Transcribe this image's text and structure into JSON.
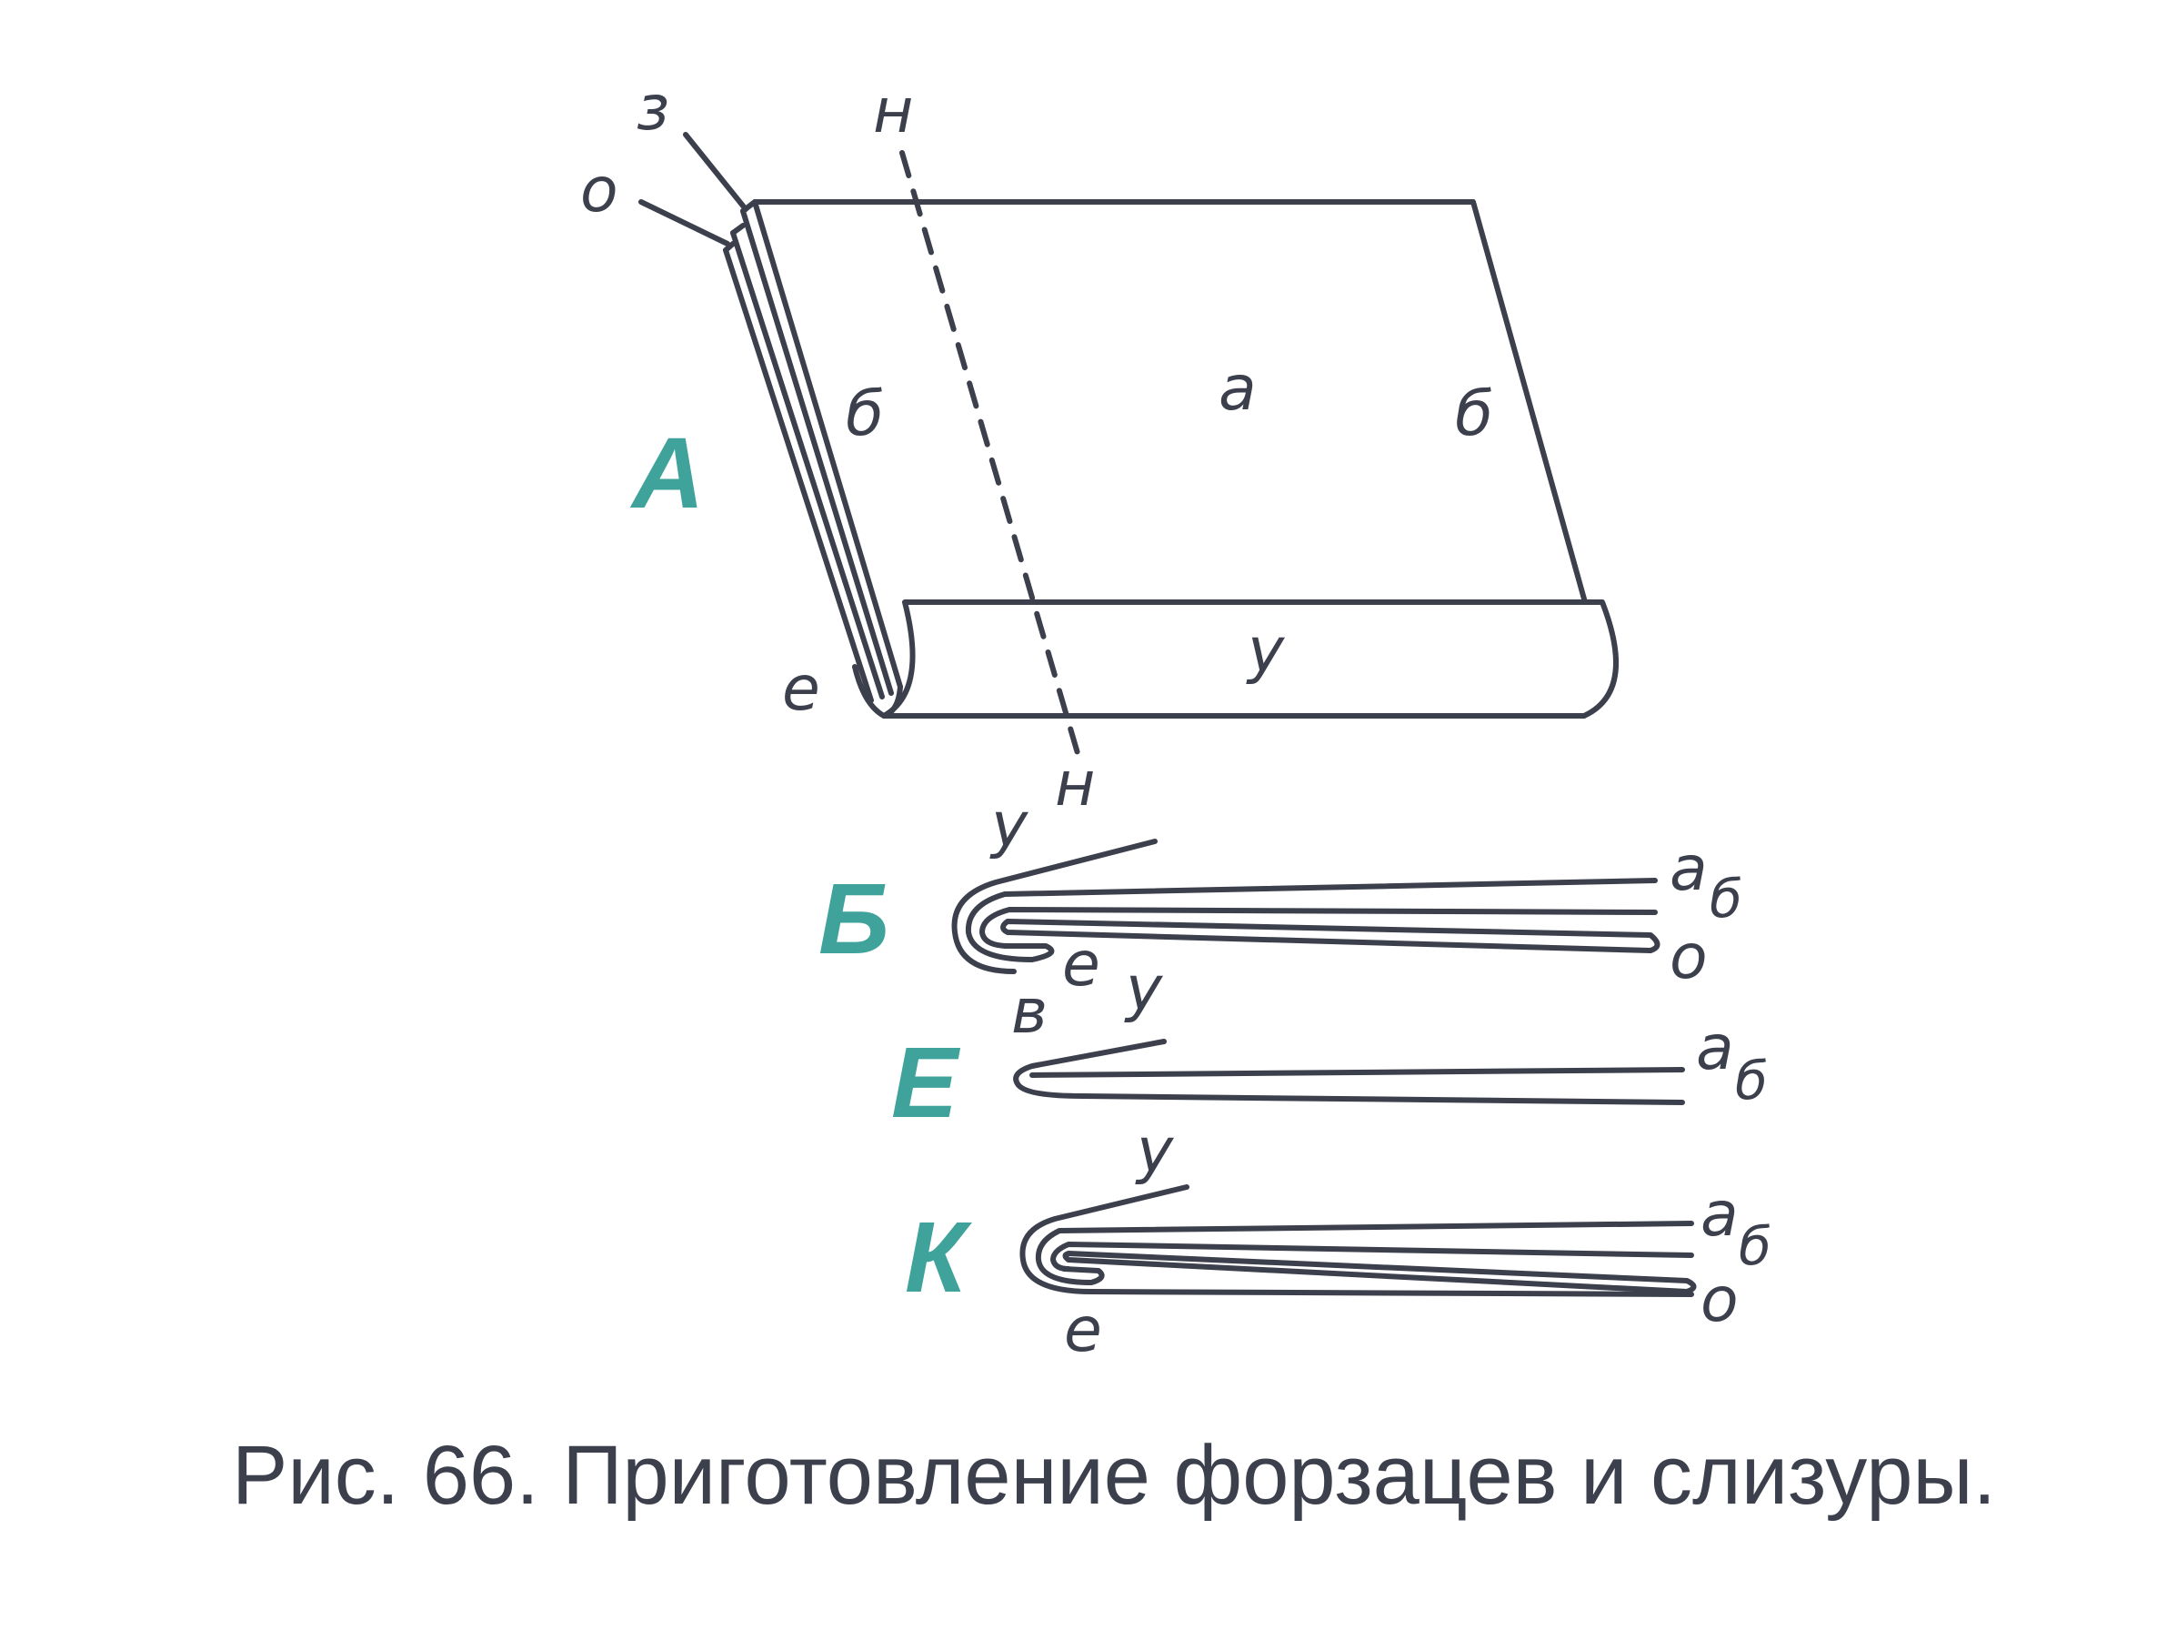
{
  "accent_color": "#3fa39b",
  "line_color": "#3c3f4c",
  "panel_a": {
    "id": "А",
    "labels": {
      "z": "з",
      "o": "о",
      "n_top": "н",
      "b_left": "б",
      "a": "а",
      "b_right": "б",
      "u": "у",
      "e": "е",
      "n_bottom": "н"
    }
  },
  "panel_b": {
    "id": "Б",
    "labels": {
      "u": "у",
      "a": "а",
      "b": "б",
      "e": "е",
      "o": "о"
    }
  },
  "panel_e": {
    "id": "Е",
    "labels": {
      "v": "в",
      "u": "у",
      "a": "а",
      "b": "б"
    }
  },
  "panel_k": {
    "id": "К",
    "labels": {
      "u": "у",
      "a": "а",
      "b": "б",
      "o": "о",
      "e": "е"
    }
  },
  "caption": "Рис. 66. Приготовление форзацев и слизуры."
}
